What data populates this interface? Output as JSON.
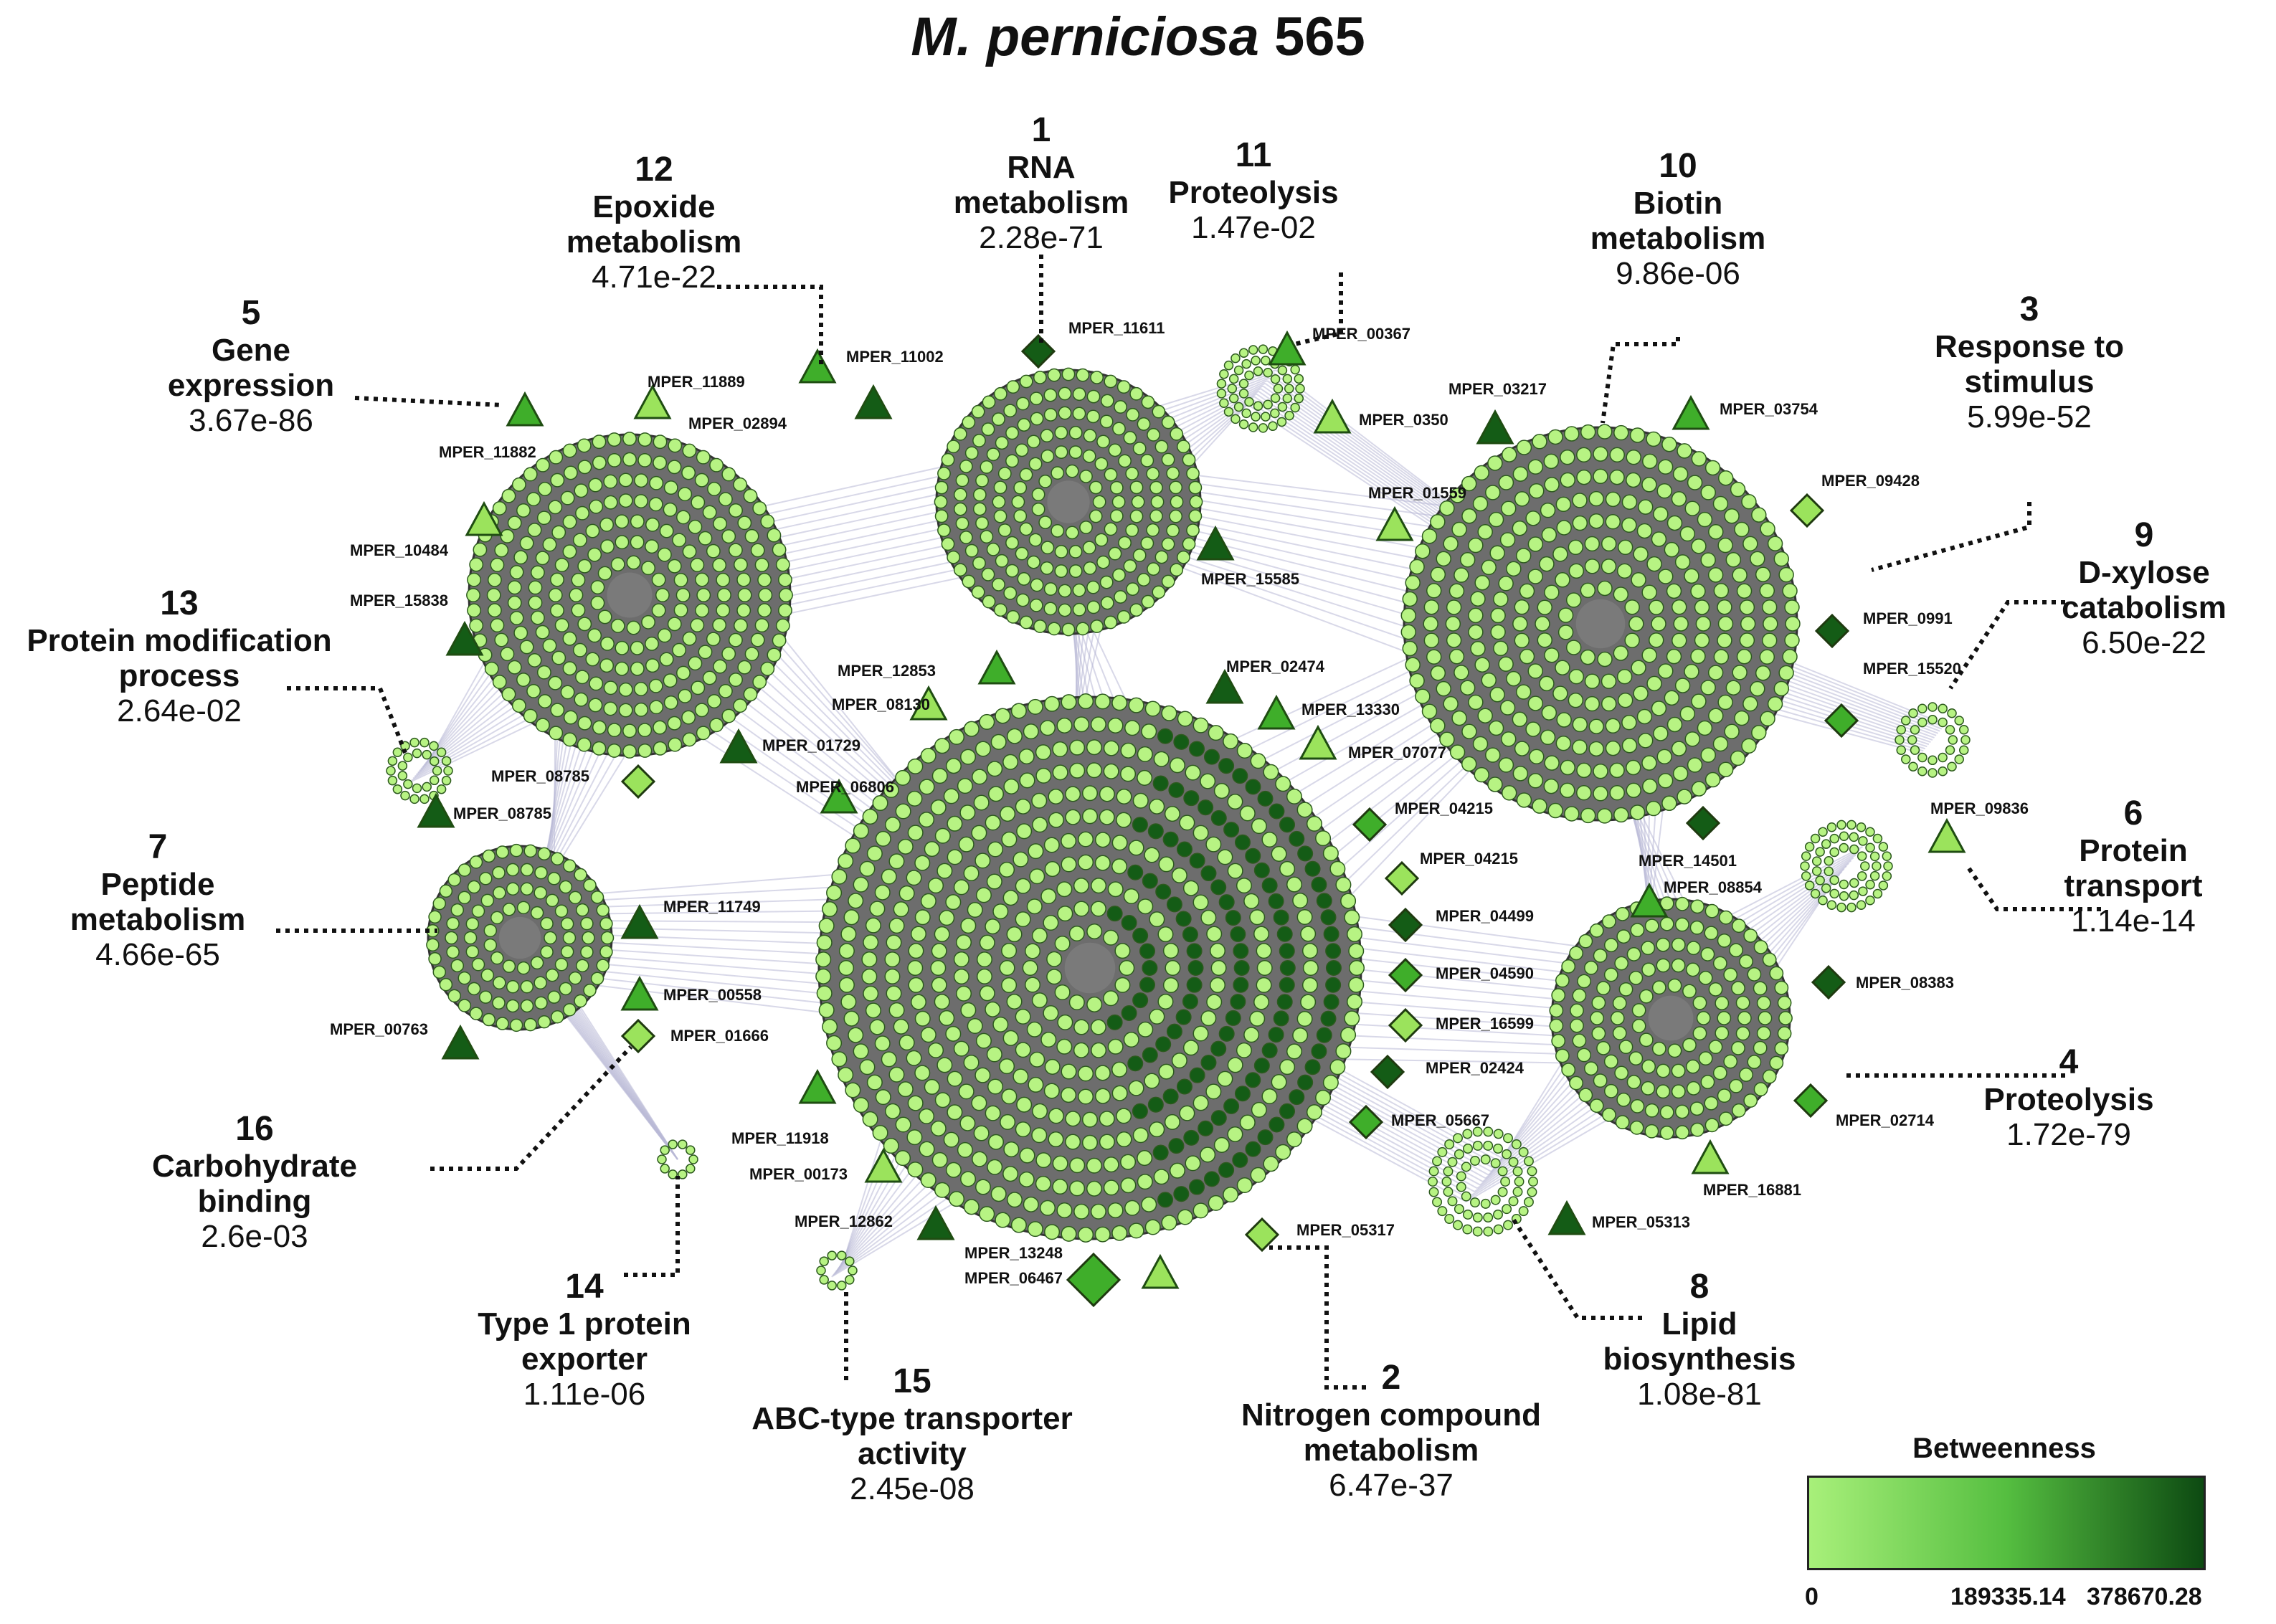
{
  "title": {
    "species": "M. perniciosa",
    "number": "565"
  },
  "clusters": [
    {
      "num": "1",
      "name": [
        "RNA",
        "metabolism"
      ],
      "p": "2.28e-71"
    },
    {
      "num": "2",
      "name": [
        "Nitrogen compound",
        "metabolism"
      ],
      "p": "6.47e-37"
    },
    {
      "num": "3",
      "name": [
        "Response to",
        "stimulus"
      ],
      "p": "5.99e-52"
    },
    {
      "num": "4",
      "name": [
        "Proteolysis"
      ],
      "p": "1.72e-79"
    },
    {
      "num": "5",
      "name": [
        "Gene",
        "expression"
      ],
      "p": "3.67e-86"
    },
    {
      "num": "6",
      "name": [
        "Protein",
        "transport"
      ],
      "p": "1.14e-14"
    },
    {
      "num": "7",
      "name": [
        "Peptide",
        "metabolism"
      ],
      "p": "4.66e-65"
    },
    {
      "num": "8",
      "name": [
        "Lipid",
        "biosynthesis"
      ],
      "p": "1.08e-81"
    },
    {
      "num": "9",
      "name": [
        "D-xylose",
        "catabolism"
      ],
      "p": "6.50e-22"
    },
    {
      "num": "10",
      "name": [
        "Biotin",
        "metabolism"
      ],
      "p": "9.86e-06"
    },
    {
      "num": "11",
      "name": [
        "Proteolysis"
      ],
      "p": "1.47e-02"
    },
    {
      "num": "12",
      "name": [
        "Epoxide",
        "metabolism"
      ],
      "p": "4.71e-22"
    },
    {
      "num": "13",
      "name": [
        "Protein modification",
        "process"
      ],
      "p": "2.64e-02"
    },
    {
      "num": "14",
      "name": [
        "Type 1 protein",
        "exporter"
      ],
      "p": "1.11e-06"
    },
    {
      "num": "15",
      "name": [
        "ABC-type transporter",
        "activity"
      ],
      "p": "2.45e-08"
    },
    {
      "num": "16",
      "name": [
        "Carbohydrate",
        "binding"
      ],
      "p": "2.6e-03"
    }
  ],
  "gene_labels": [
    "MPER_11611",
    "MPER_11002",
    "MPER_11889",
    "MPER_02894",
    "MPER_11882",
    "MPER_10484",
    "MPER_15838",
    "MPER_00367",
    "MPER_0350",
    "MPER_03217",
    "MPER_03754",
    "MPER_09428",
    "MPER_0991",
    "MPER_15520",
    "MPER_01559",
    "MPER_15585",
    "MPER_12853",
    "MPER_08130",
    "MPER_02474",
    "MPER_13330",
    "MPER_07077",
    "MPER_01729",
    "MPER_06806",
    "MPER_08785",
    "MPER_08785",
    "MPER_04215",
    "MPER_04215",
    "MPER_04499",
    "MPER_04590",
    "MPER_16599",
    "MPER_02424",
    "MPER_05667",
    "MPER_05317",
    "MPER_11749",
    "MPER_00558",
    "MPER_01666",
    "MPER_00763",
    "MPER_11918",
    "MPER_00173",
    "MPER_12862",
    "MPER_13248",
    "MPER_06467",
    "MPER_14501",
    "MPER_08854",
    "MPER_09836",
    "MPER_08383",
    "MPER_02714",
    "MPER_16881",
    "MPER_05313"
  ],
  "legend": {
    "title": "Betweenness",
    "min": "0",
    "mid": "189335.14",
    "max": "378670.28",
    "colors": [
      "#a8f07a",
      "#55be40",
      "#0d4a12"
    ]
  },
  "colors": {
    "node_light": "#b7f383",
    "node_mid": "#3fae2a",
    "node_dark": "#145c16",
    "ring_fill": "#7a7a7a",
    "edge": "#b9b9d6"
  }
}
